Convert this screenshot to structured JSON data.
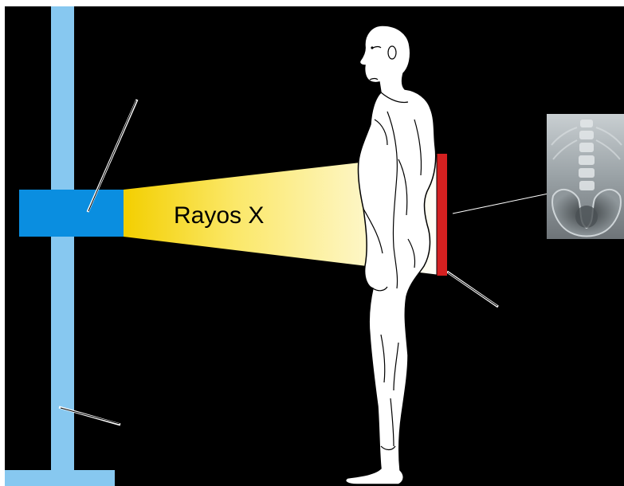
{
  "diagram": {
    "beam_label": "Rayos X",
    "colors": {
      "background": "#000000",
      "stand": "#87c8f0",
      "tube_head": "#0a8ee0",
      "beam_start": "#f5d200",
      "beam_end": "#ffffff",
      "detector": "#d42020",
      "pointer_lines": "#ffffff"
    },
    "parts": [
      {
        "name": "vertical-stand",
        "icon": "pole"
      },
      {
        "name": "x-ray-tube",
        "icon": "tube-box"
      },
      {
        "name": "x-ray-beam",
        "icon": "cone"
      },
      {
        "name": "patient",
        "icon": "human-figure"
      },
      {
        "name": "image-detector",
        "icon": "plate"
      },
      {
        "name": "radiograph-image",
        "icon": "x-ray-film"
      }
    ]
  }
}
